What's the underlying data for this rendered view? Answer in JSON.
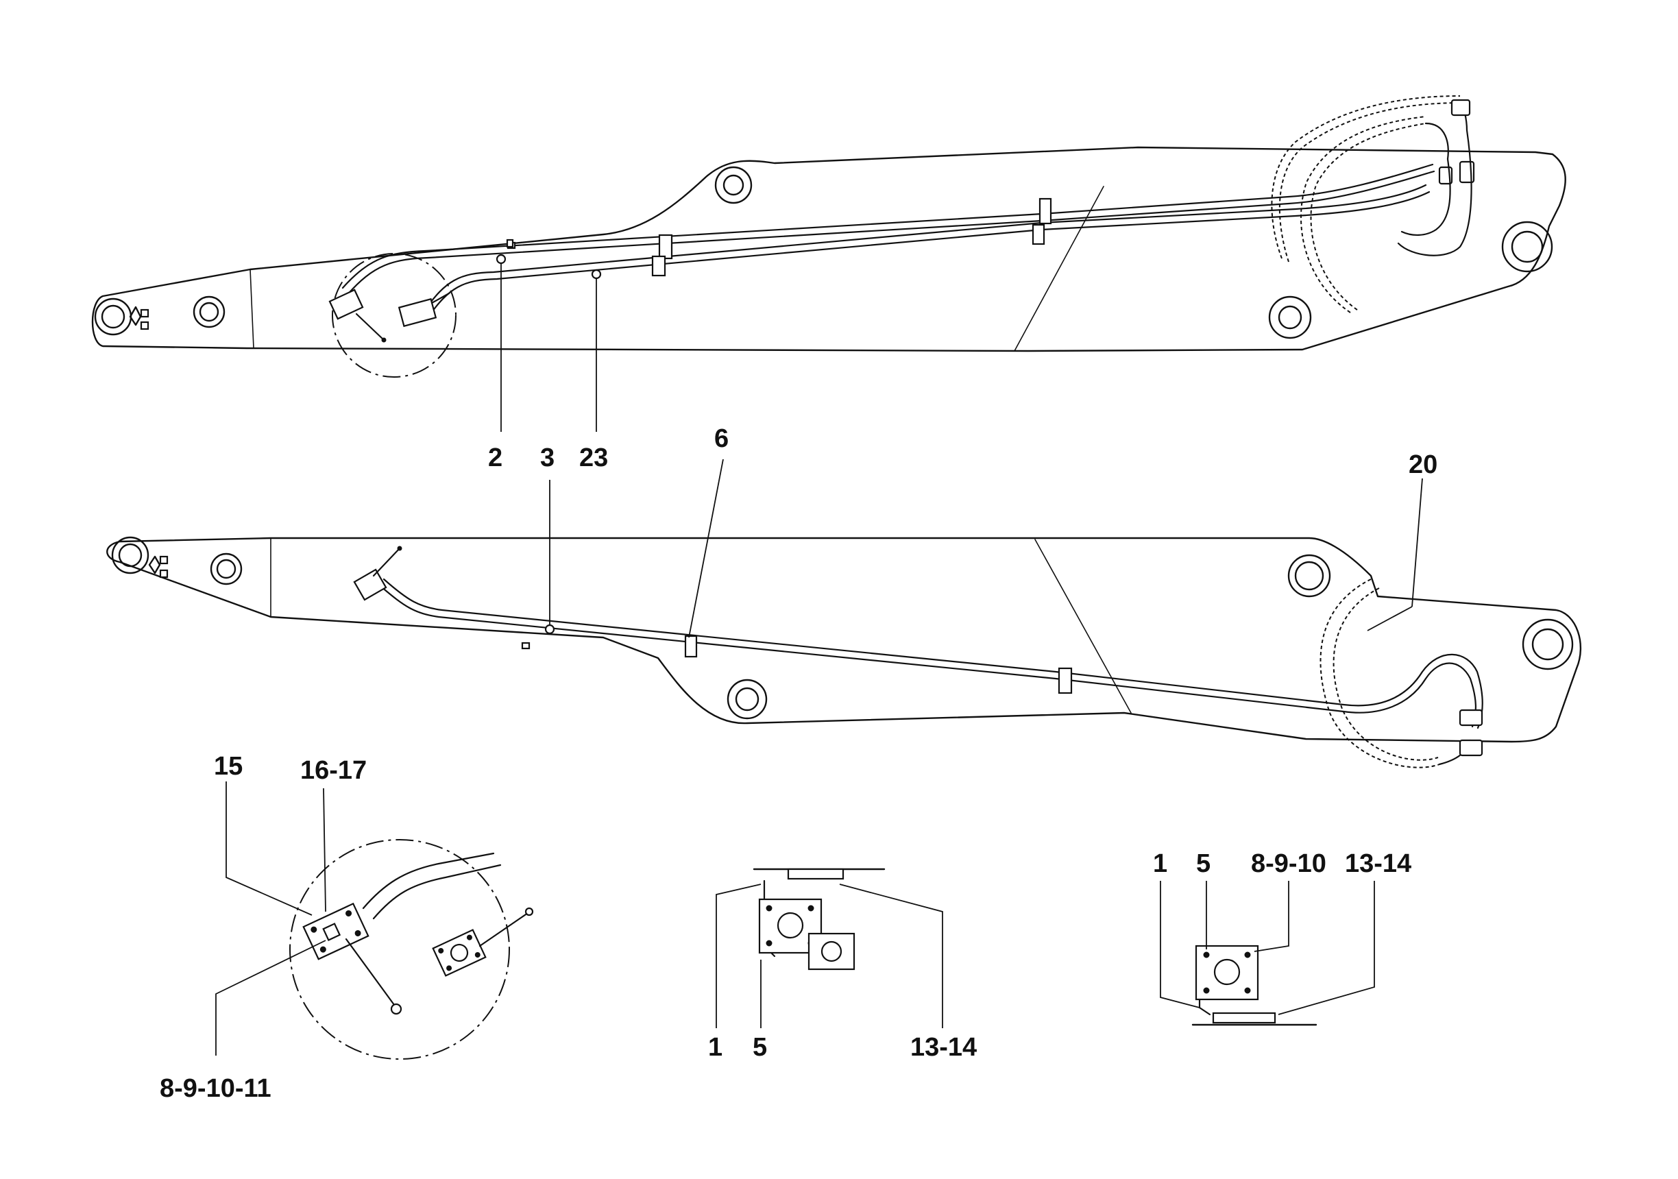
{
  "callouts": {
    "upper": {
      "c2": "2",
      "c3": "3",
      "c23": "23",
      "c6": "6",
      "c20": "20"
    },
    "detail_valve": {
      "c15": "15",
      "c16_17": "16-17",
      "c8_9_10_11": "8-9-10-11"
    },
    "detail_clamp_a": {
      "c1": "1",
      "c5": "5",
      "c13_14": "13-14"
    },
    "detail_clamp_b": {
      "c1": "1",
      "c5": "5",
      "c8_9_10": "8-9-10",
      "c13_14": "13-14"
    }
  }
}
